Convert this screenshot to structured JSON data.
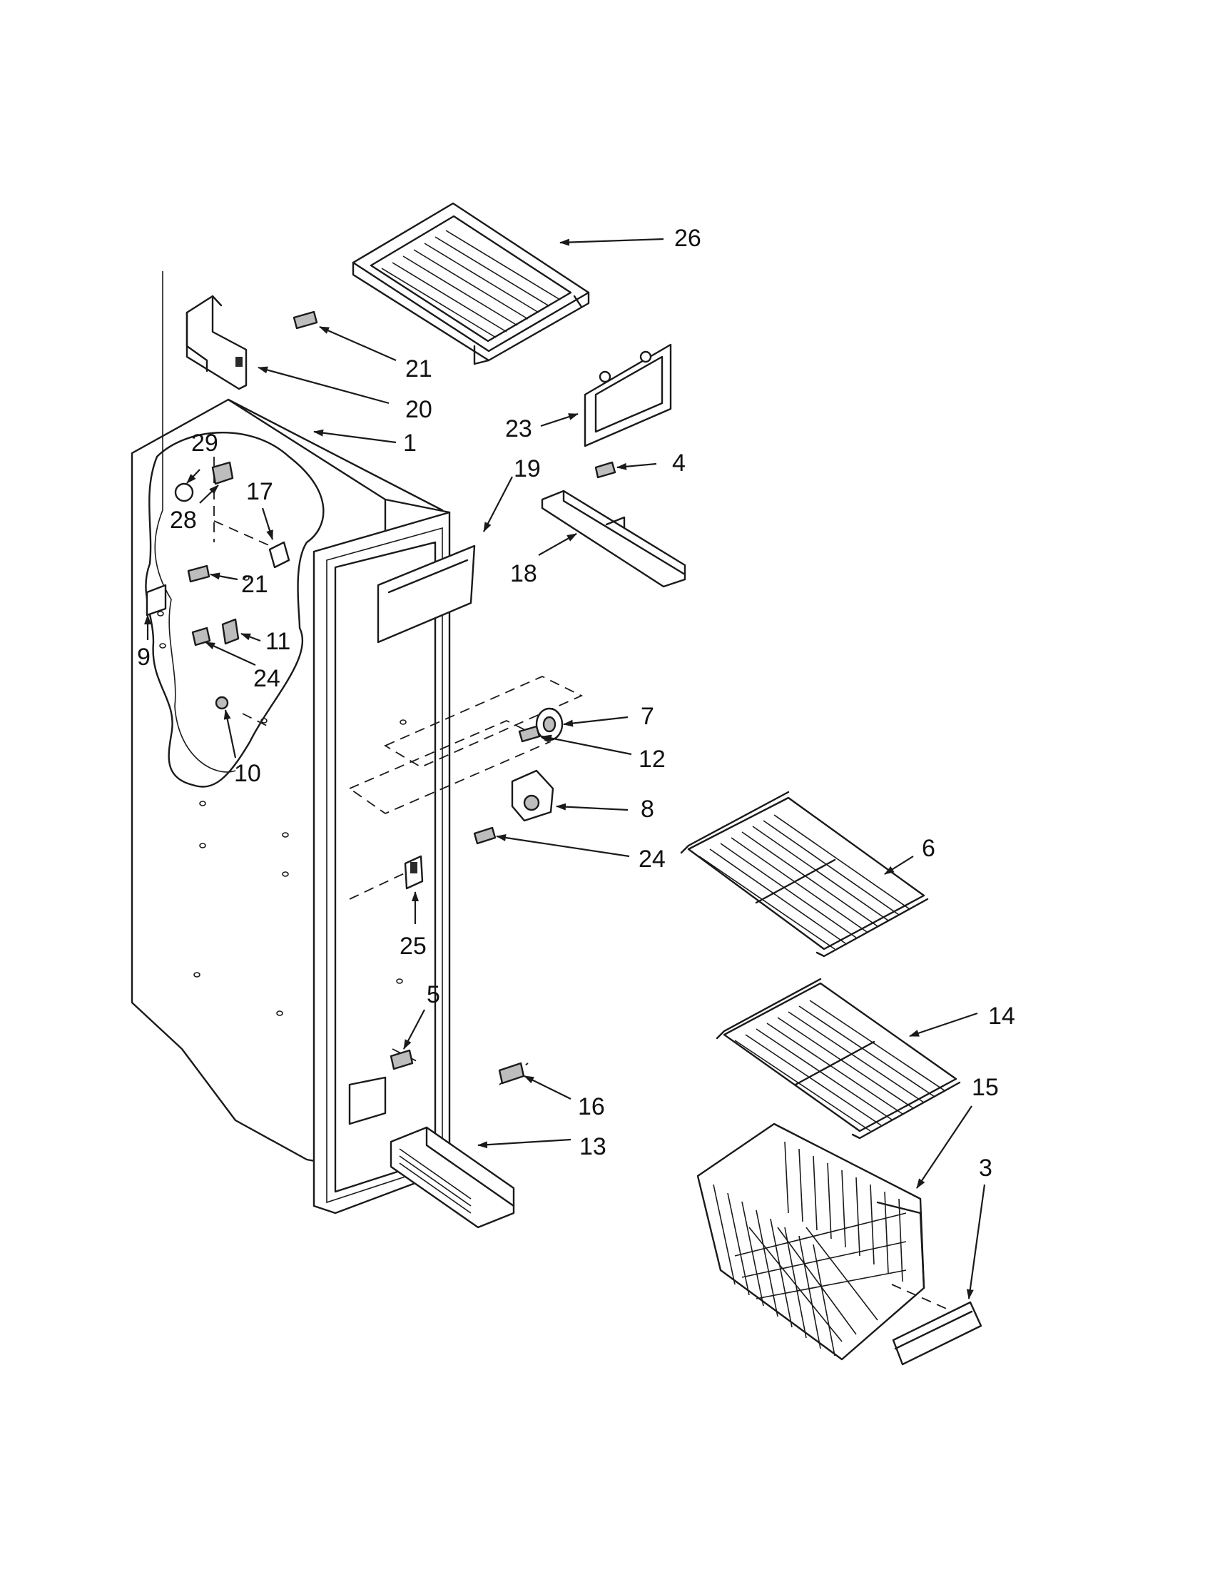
{
  "callouts": {
    "c1": "1",
    "c3": "3",
    "c4": "4",
    "c5": "5",
    "c6": "6",
    "c7": "7",
    "c8": "8",
    "c9": "9",
    "c10": "10",
    "c11": "11",
    "c12": "12",
    "c13": "13",
    "c14": "14",
    "c15": "15",
    "c16": "16",
    "c17": "17",
    "c18": "18",
    "c19": "19",
    "c20": "20",
    "c21a": "21",
    "c21b": "21",
    "c23": "23",
    "c24a": "24",
    "c24b": "24",
    "c25": "25",
    "c26": "26",
    "c28": "28",
    "c29": "29"
  },
  "colors": {
    "line": "#1a1a1a",
    "background": "#ffffff"
  }
}
